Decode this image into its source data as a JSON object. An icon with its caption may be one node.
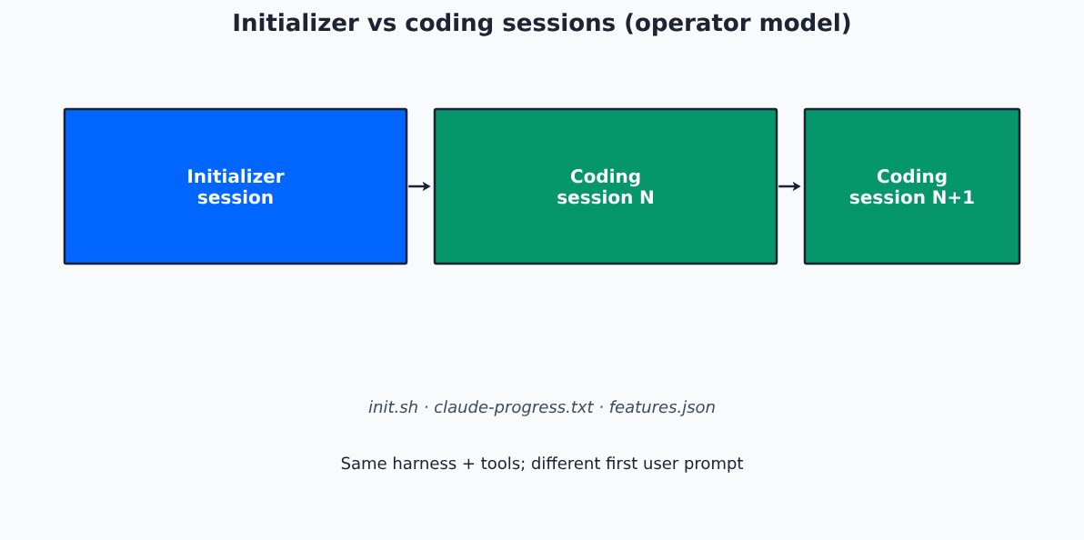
{
  "diagram": {
    "title": "Initializer vs coding sessions (operator model)",
    "nodes": [
      {
        "text": [
          "Initializer session"
        ]
      },
      {
        "text": [
          "Coding session N"
        ]
      },
      {
        "text": [
          "Coding session N+1"
        ]
      }
    ],
    "edges": [
      {
        "from": 0,
        "to": 1,
        "arrow": "to"
      },
      {
        "from": 1,
        "to": 2,
        "arrow": "to"
      }
    ],
    "labels": [
      "init.sh · claude-progress.txt · features.json",
      "Same harness + tools; different first user prompt"
    ]
  }
}
